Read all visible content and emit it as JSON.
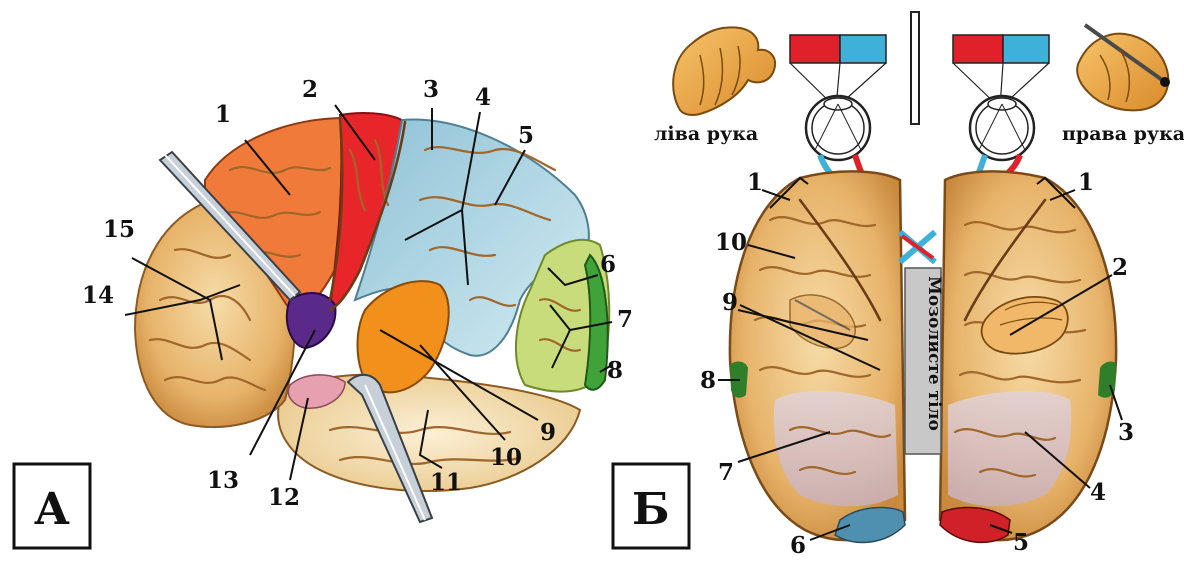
{
  "panel_a": {
    "letter": "А",
    "labels": [
      "1",
      "2",
      "3",
      "4",
      "5",
      "6",
      "7",
      "8",
      "9",
      "10",
      "11",
      "12",
      "13",
      "14",
      "15"
    ]
  },
  "panel_b": {
    "letter": "Б",
    "left_hand_caption": "ліва рука",
    "right_hand_caption": "права рука",
    "corpus_callosum_text": "Мозолисте тіло",
    "left_labels": [
      "1",
      "10",
      "9",
      "8",
      "7",
      "6"
    ],
    "right_labels": [
      "1",
      "2",
      "3",
      "4",
      "5"
    ]
  },
  "colors": {
    "frontal_orange": "#f07a3a",
    "motor_red": "#e8262a",
    "sensory_blue": "#a9d4e2",
    "yellow_green": "#c8dc7c",
    "visual_green": "#3fa33a",
    "auditory_orange": "#f2901c",
    "purple": "#5a2a8a",
    "pink": "#e6a0b0",
    "brain_tan": "#e9b770",
    "brain_cream": "#f3ddb0",
    "screen_red": "#e0202a",
    "screen_blue": "#3fb0d8"
  }
}
